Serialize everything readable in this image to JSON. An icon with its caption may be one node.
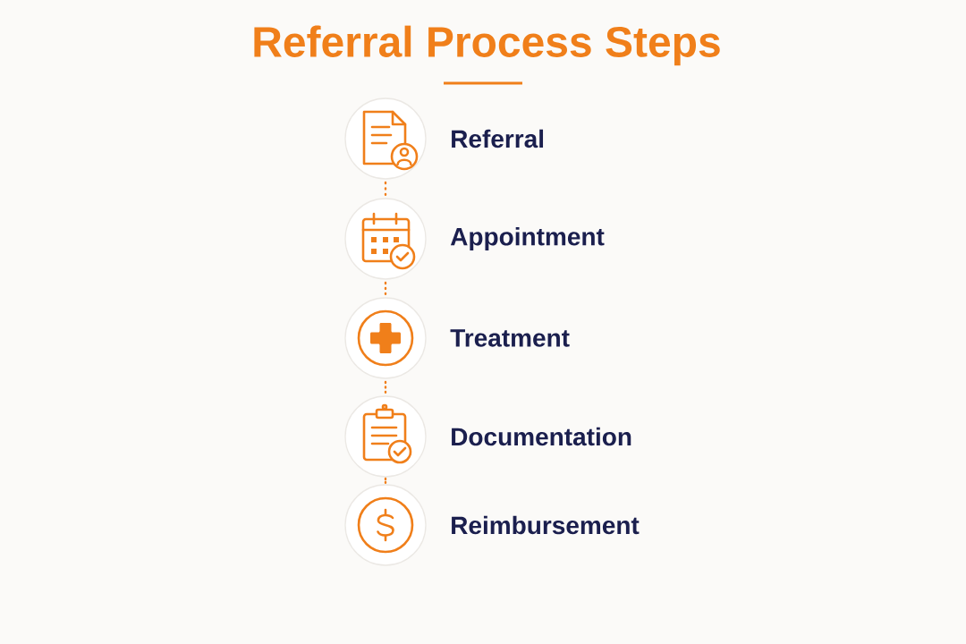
{
  "diagram": {
    "title": "Referral Process Steps",
    "nodes": [
      {
        "text": [],
        "shape": "circle",
        "beside": [
          "Referral"
        ]
      },
      {
        "text": [],
        "shape": "circle",
        "beside": [
          "Appointment"
        ]
      },
      {
        "text": [],
        "shape": "circle",
        "beside": [
          "Treatment"
        ]
      },
      {
        "text": [],
        "shape": "circle",
        "beside": [
          "Documentation"
        ]
      },
      {
        "text": [],
        "shape": "circle",
        "beside": [
          "Reimbursement"
        ]
      }
    ],
    "edges": [
      {
        "from": 0,
        "to": 1,
        "arrow": "none",
        "style": "dashed"
      },
      {
        "from": 1,
        "to": 2,
        "arrow": "none",
        "style": "dashed"
      },
      {
        "from": 2,
        "to": 3,
        "arrow": "none",
        "style": "dashed"
      },
      {
        "from": 3,
        "to": 4,
        "arrow": "none",
        "style": "dashed"
      }
    ]
  }
}
